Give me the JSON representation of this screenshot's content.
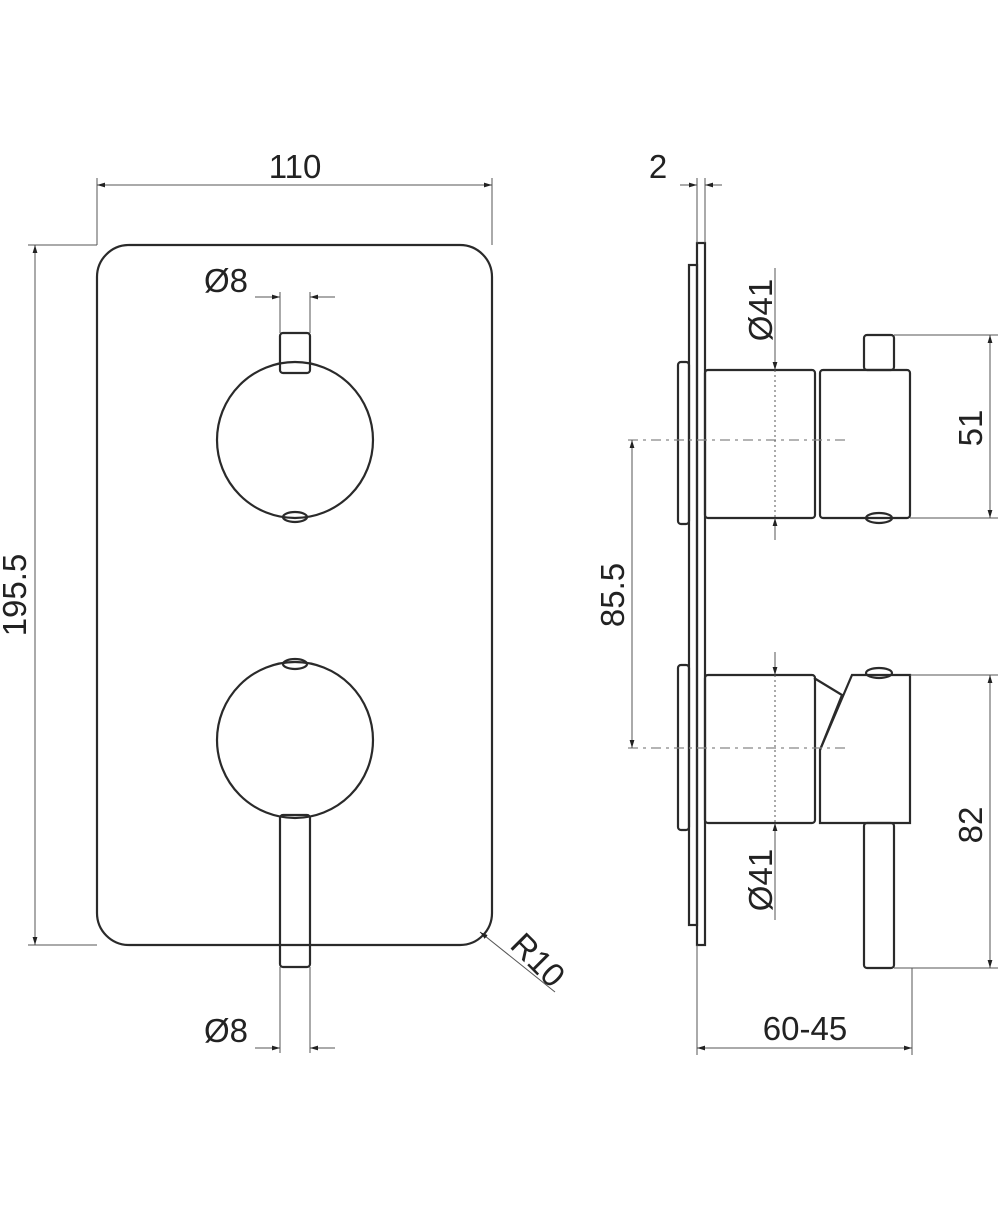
{
  "front_view": {
    "width_label": "110",
    "height_label": "195.5",
    "pin_top_label": "Ø8",
    "pin_bottom_label": "Ø8",
    "radius_label": "R10"
  },
  "side_view": {
    "plate_thickness_label": "2",
    "top_diameter_label": "Ø41",
    "bottom_diameter_label": "Ø41",
    "top_knob_height_label": "51",
    "centers_distance_label": "85.5",
    "bottom_handle_height_label": "82",
    "depth_label": "60-45"
  }
}
